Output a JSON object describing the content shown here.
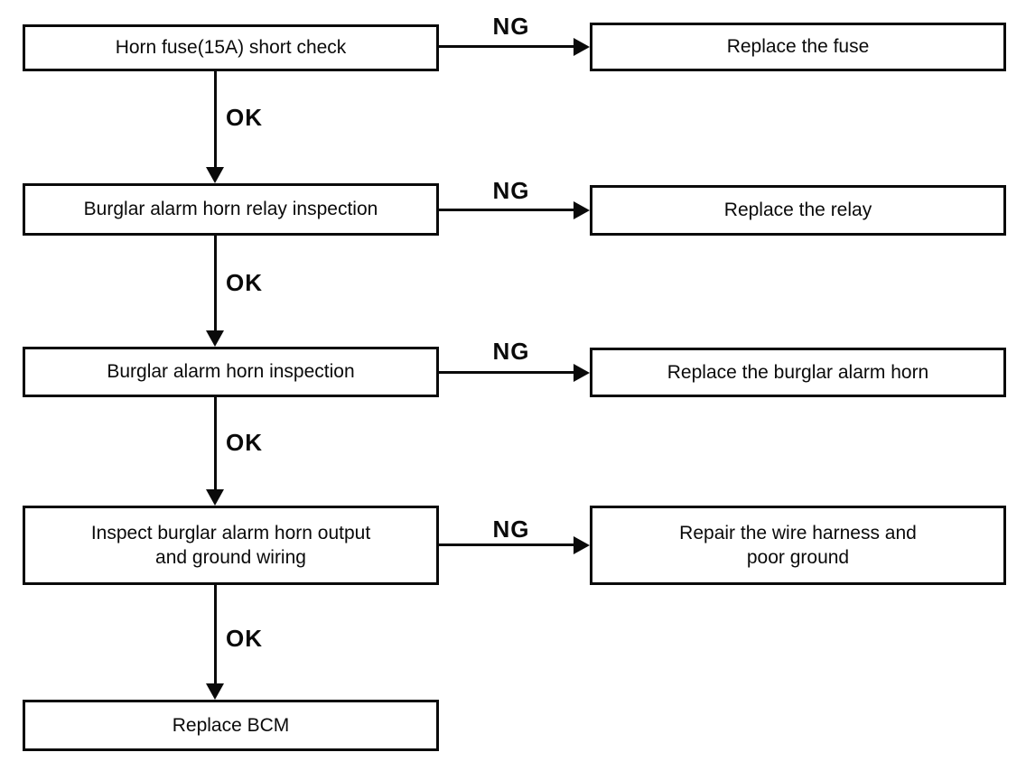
{
  "flow": {
    "description": "Burglar alarm horn troubleshooting flowchart",
    "labels": {
      "ok": "OK",
      "ng": "NG"
    },
    "rows": [
      {
        "check": "Horn fuse(15A) short check",
        "ng_action": "Replace the fuse"
      },
      {
        "check": "Burglar alarm horn relay inspection",
        "ng_action": "Replace the relay"
      },
      {
        "check": "Burglar alarm horn inspection",
        "ng_action": "Replace the burglar alarm horn"
      },
      {
        "check": "Inspect burglar alarm horn output\nand ground wiring",
        "ng_action": "Repair the wire harness and\npoor ground"
      },
      {
        "check": "Replace BCM"
      }
    ],
    "colors": {
      "line": "#0a0a0a",
      "background": "#ffffff"
    }
  }
}
